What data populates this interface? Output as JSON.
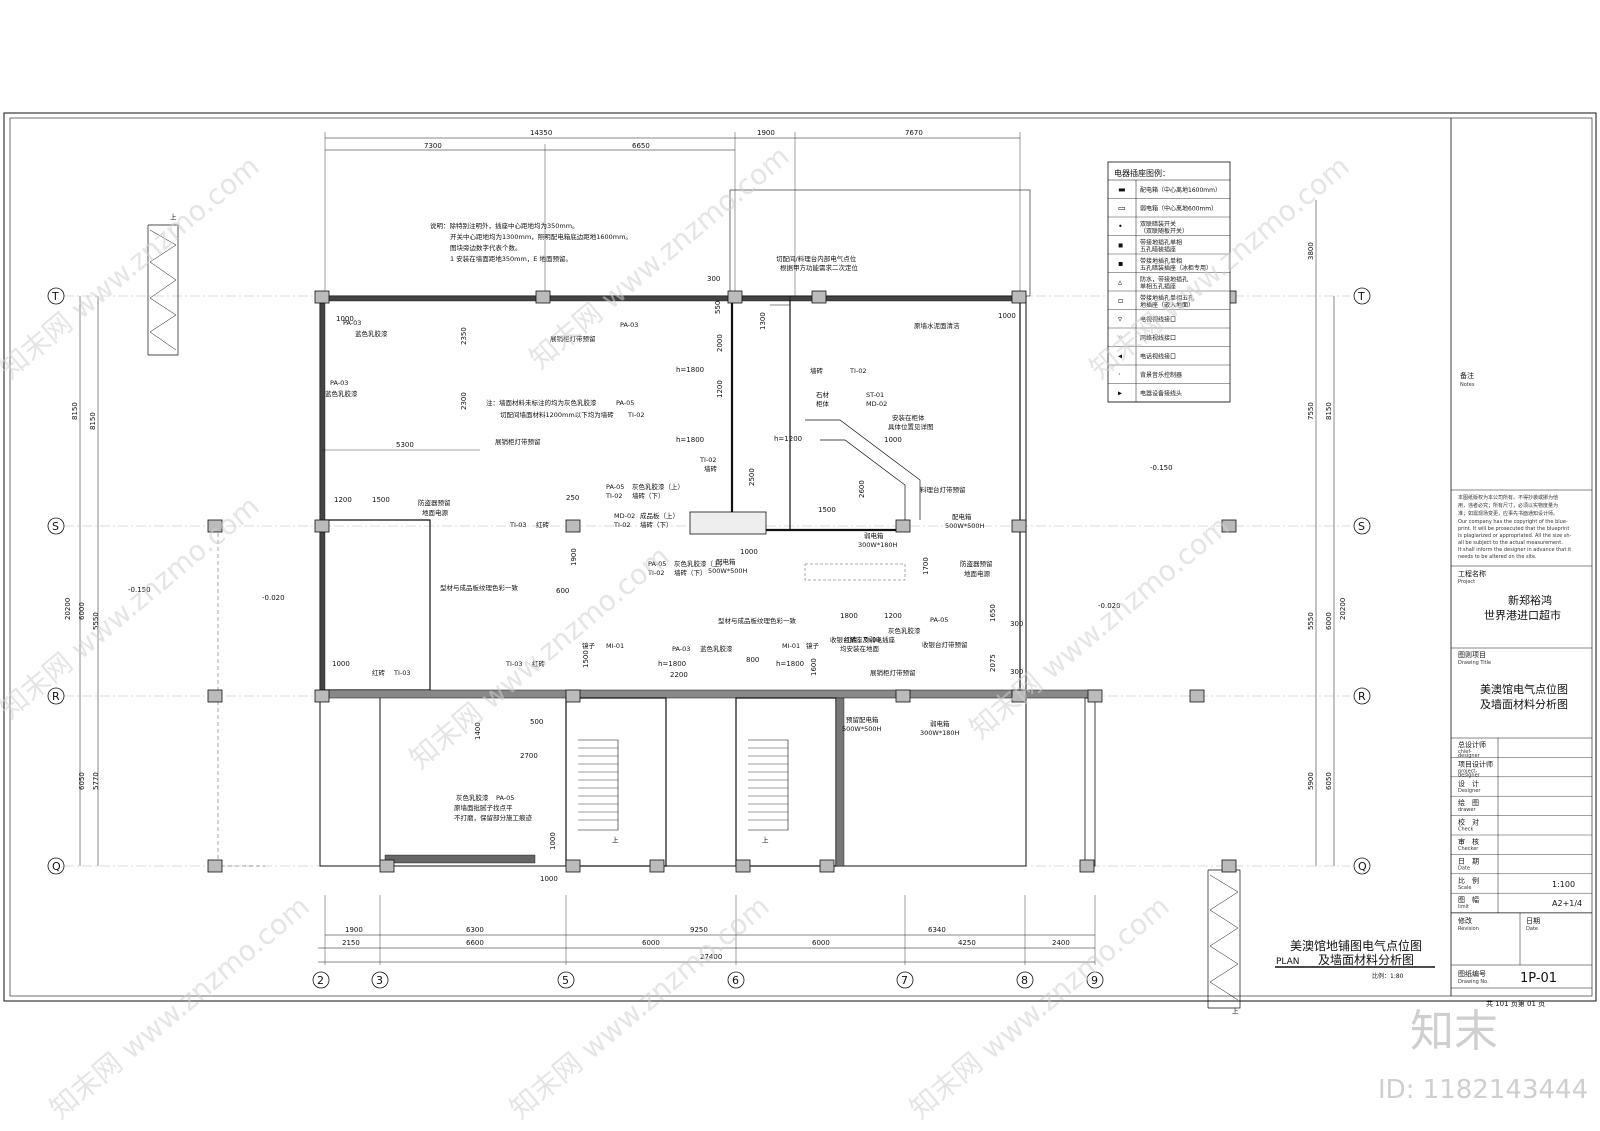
{
  "general_note": {
    "line1": "说明：除特别注明外，插座中心距地均为350mm。",
    "line2": "开关中心距地均为1300mm，照明配电箱底边距地1600mm。",
    "line3": "图块旁边数字代表个数。",
    "line4": "1 安装在墙面距地350mm，E 地面预留。"
  },
  "wall_note": {
    "line1": "注：墙面材料未标注的均为灰色乳胶漆",
    "line2": "切配间墙面材料1200mm以下均为墙砖",
    "tag1": "PA-05",
    "tag2": "TI-02"
  },
  "axes": {
    "rows": [
      "T",
      "S",
      "R",
      "Q"
    ],
    "cols": [
      "2",
      "3",
      "5",
      "6",
      "7",
      "8",
      "9"
    ]
  },
  "dims": {
    "top_total_a": "14350",
    "top_total_b": "1900",
    "top_total_c": "7670",
    "top_a1": "7300",
    "top_a2": "6650",
    "bot_1": "1900",
    "bot_2": "6300",
    "bot_3": "9250",
    "bot_4": "6340",
    "bot_5": "2150",
    "bot_6": "6600",
    "bot_7": "6000",
    "bot_8": "6000",
    "bot_9": "4250",
    "bot_10": "2400",
    "bot_total": "27400",
    "left_1": "8150",
    "left_2": "8150",
    "left_3": "20200",
    "left_4": "6000",
    "left_5": "5550",
    "left_6": "6050",
    "left_7": "5770",
    "right_1": "3800",
    "right_2": "7550",
    "right_3": "8150",
    "right_4": "20200",
    "right_5": "5550",
    "right_6": "6000",
    "right_7": "5900",
    "right_8": "6050",
    "in_5300": "5300",
    "in_2350": "2350",
    "in_2300": "2300",
    "in_1000a": "1000",
    "in_1000b": "1000",
    "in_1200": "1200",
    "in_1500a": "1500",
    "in_1000c": "1000",
    "in_2200": "2200",
    "in_1800a": "h=1800",
    "in_1800b": "h=1800",
    "in_1800c": "h=1800",
    "in_1200b": "h=1200",
    "in_2500": "2500",
    "in_2600": "2600",
    "in_1500b": "1500",
    "in_1000d": "1000",
    "in_1800d": "1800",
    "in_1200c": "1200",
    "in_1700": "1700",
    "in_1650": "1650",
    "in_2075": "2075",
    "in_1400": "1400",
    "in_2700": "2700",
    "in_1000e": "1000",
    "in_1000f": "1000",
    "in_500": "500",
    "in_800": "800",
    "in_1500c": "1500",
    "in_2000": "2000",
    "in_1300": "1300",
    "in_1900": "1900",
    "in_600": "600",
    "in_250": "250",
    "in_300a": "300",
    "in_300b": "300",
    "in_300c": "300",
    "in_550": "550",
    "in_1200d": "1200",
    "in_1600": "1600",
    "in_1000g": "1000",
    "lv_1": "-0.150",
    "lv_2": "-0.020",
    "lv_3": "-0.150",
    "lv_4": "-0.020"
  },
  "labels": {
    "l1": "蓝色乳胶漆",
    "l1_tag": "PA-03",
    "l2": "蓝色乳胶漆",
    "l2_tag": "PA-03",
    "l3": "展销柜灯带预留",
    "l3_tag": "PA-03",
    "l4": "展销柜灯带预留",
    "l5": "原墙水泥面清洁",
    "l6": "切配间/料理台内部电气点位",
    "l7": "根据甲方功能需求二次定位",
    "l8": "墙砖",
    "l8_tag": "TI-02",
    "l9": "石材",
    "l9_tag": "ST-01",
    "l10": "柜体",
    "l10_tag": "MD-02",
    "l11": "安装在柜体",
    "l12": "具体位置见详图",
    "l13": "料理台灯带预留",
    "l14": "配电箱",
    "l14b": "500W*500H",
    "l15": "弱电箱",
    "l15b": "300W*180H",
    "l16": "配电箱",
    "l16b": "500W*500H",
    "l17": "防盗器预留",
    "l18": "地面电源",
    "l19": "红砖",
    "l19_tag": "TI-03",
    "l20": "灰色乳胶漆（上）",
    "l20_tag": "PA-05",
    "l21": "墙砖（下）",
    "l21_tag": "TI-02",
    "l22": "成品板（上）",
    "l22_tag": "MD-02",
    "l23": "墙砖（下）",
    "l23_tag": "TI-02",
    "l24": "灰色乳胶漆（上）",
    "l24_tag": "PA-05",
    "l25": "墙砖（下）",
    "l25_tag": "TI-02",
    "l26": "型材与成品板纹理色彩一致",
    "l27": "型材与成品板纹理色彩一致",
    "l28": "收银台插座及弱电插座",
    "l29": "均安装在地面",
    "l30": "灰色乳胶漆",
    "l30_tag": "PA-05",
    "l31": "收银台灯带预留",
    "l32": "防盗器预留",
    "l33": "地面电源",
    "l34": "镜子",
    "l34_tag": "MI-01",
    "l35": "蓝色乳胶漆",
    "l35_tag": "PA-03",
    "l36": "镜子",
    "l36_tag": "MI-01",
    "l37": "红砖",
    "l37_tag": "TI-03",
    "l38": "展销柜灯带预留",
    "l39": "红砖",
    "l39_tag": "TI-03",
    "l40": "红砖",
    "l40_tag": "TI-03",
    "l41": "预留配电箱",
    "l41b": "500W*500H",
    "l42": "弱电箱",
    "l42b": "300W*180H",
    "l43": "灰色乳胶漆",
    "l43_tag": "PA-05",
    "l44": "原墙面批腻子找点平",
    "l45": "不打磨，保留部分施工痕迹",
    "l46": "PA-03",
    "l47": "蓝色乳胶漆",
    "up1": "上",
    "up2": "上",
    "up3": "上",
    "up4": "上"
  },
  "legend": {
    "title": "电器插座图例：",
    "items": [
      {
        "sym": "▬",
        "text": "配电箱（中心离地1600mm）"
      },
      {
        "sym": "▭",
        "text": "弱电箱（中心离地600mm）"
      },
      {
        "sym": "•",
        "text": "双联暗装开关",
        "text2": "（双联随板开关）"
      },
      {
        "sym": "▪",
        "text": "带接地插孔单相",
        "text2": "五孔暗装插座"
      },
      {
        "sym": "▪",
        "text": "带接地插孔单相",
        "text2": "五孔暗装插座（冰柜专用）"
      },
      {
        "sym": "▵",
        "text": "防水，带接地插孔",
        "text2": "单相五孔插座"
      },
      {
        "sym": "▫",
        "text": "带接地插孔单相五孔",
        "text2": "地插座（嵌入地面）"
      },
      {
        "sym": "▿",
        "text": "电视视线接口"
      },
      {
        "sym": "◦",
        "text": "网络视线接口"
      },
      {
        "sym": "◂",
        "text": "电话视线接口"
      },
      {
        "sym": "·",
        "text": "背景音乐控制器"
      },
      {
        "sym": "▸",
        "text": "电器设备接线头"
      }
    ]
  },
  "title_block": {
    "notes_cn": "备注",
    "notes_en": "Notes",
    "copyright_cn_1": "本图纸版权为本公司所有。不得抄袭或挪为他",
    "copyright_cn_2": "用，违者必究；所有尺寸，必须以实物度量为",
    "copyright_cn_3": "准；如需现场变更，应事先书面通知设计师。",
    "copyright_en_1": "Our company has the copyright of the blue-",
    "copyright_en_2": "print. It will be prosecuted that the blueprint",
    "copyright_en_3": "is plagiarized or appropriated. All the size sh-",
    "copyright_en_4": "all be subject to the actual measurement.",
    "copyright_en_5": "It shall inform the designer in advance that it",
    "copyright_en_6": "needs to be altered on the site.",
    "project_cn": "工程名称",
    "project_en": "Project",
    "project_name_1": "新郑裕鸿",
    "project_name_2": "世界港进口超市",
    "drawing_cn": "图则项目",
    "drawing_en": "Drawing Title",
    "drawing_name_1": "美澳馆电气点位图",
    "drawing_name_2": "及墙面材料分析图",
    "rows": [
      {
        "cn": "总设计师",
        "en": "chief-",
        "en2": "designer",
        "val": ""
      },
      {
        "cn": "项目设计师",
        "en": "project-",
        "en2": "designer",
        "val": ""
      },
      {
        "cn": "设　计",
        "en": "Designer",
        "en2": "",
        "val": ""
      },
      {
        "cn": "绘　图",
        "en": "drawer",
        "en2": "",
        "val": ""
      },
      {
        "cn": "校　对",
        "en": "Check",
        "en2": "",
        "val": ""
      },
      {
        "cn": "审　核",
        "en": "Checker",
        "en2": "",
        "val": ""
      },
      {
        "cn": "日　期",
        "en": "Date",
        "en2": "",
        "val": ""
      },
      {
        "cn": "比　例",
        "en": "Scale",
        "en2": "",
        "val": "1:100"
      },
      {
        "cn": "图　幅",
        "en": "limit",
        "en2": "",
        "val": "A2+1/4"
      }
    ],
    "rev_cn": "修改",
    "rev_en": "Revision",
    "date_cn": "日期",
    "date_en": "Date",
    "dwgno_cn": "图纸编号",
    "dwgno_en": "Drawing No.",
    "dwgno_val": "1P-01",
    "pages": "共 101 页第 01 页"
  },
  "plan_title": {
    "line1": "美澳馆地铺图电气点位图",
    "line2": "及墙面材料分析图",
    "plan_en": "PLAN",
    "scale": "比例：1:80"
  },
  "watermark": {
    "text": "知末网 www.znzmo.com",
    "logo": "知末",
    "id": "ID: 1182143444"
  }
}
